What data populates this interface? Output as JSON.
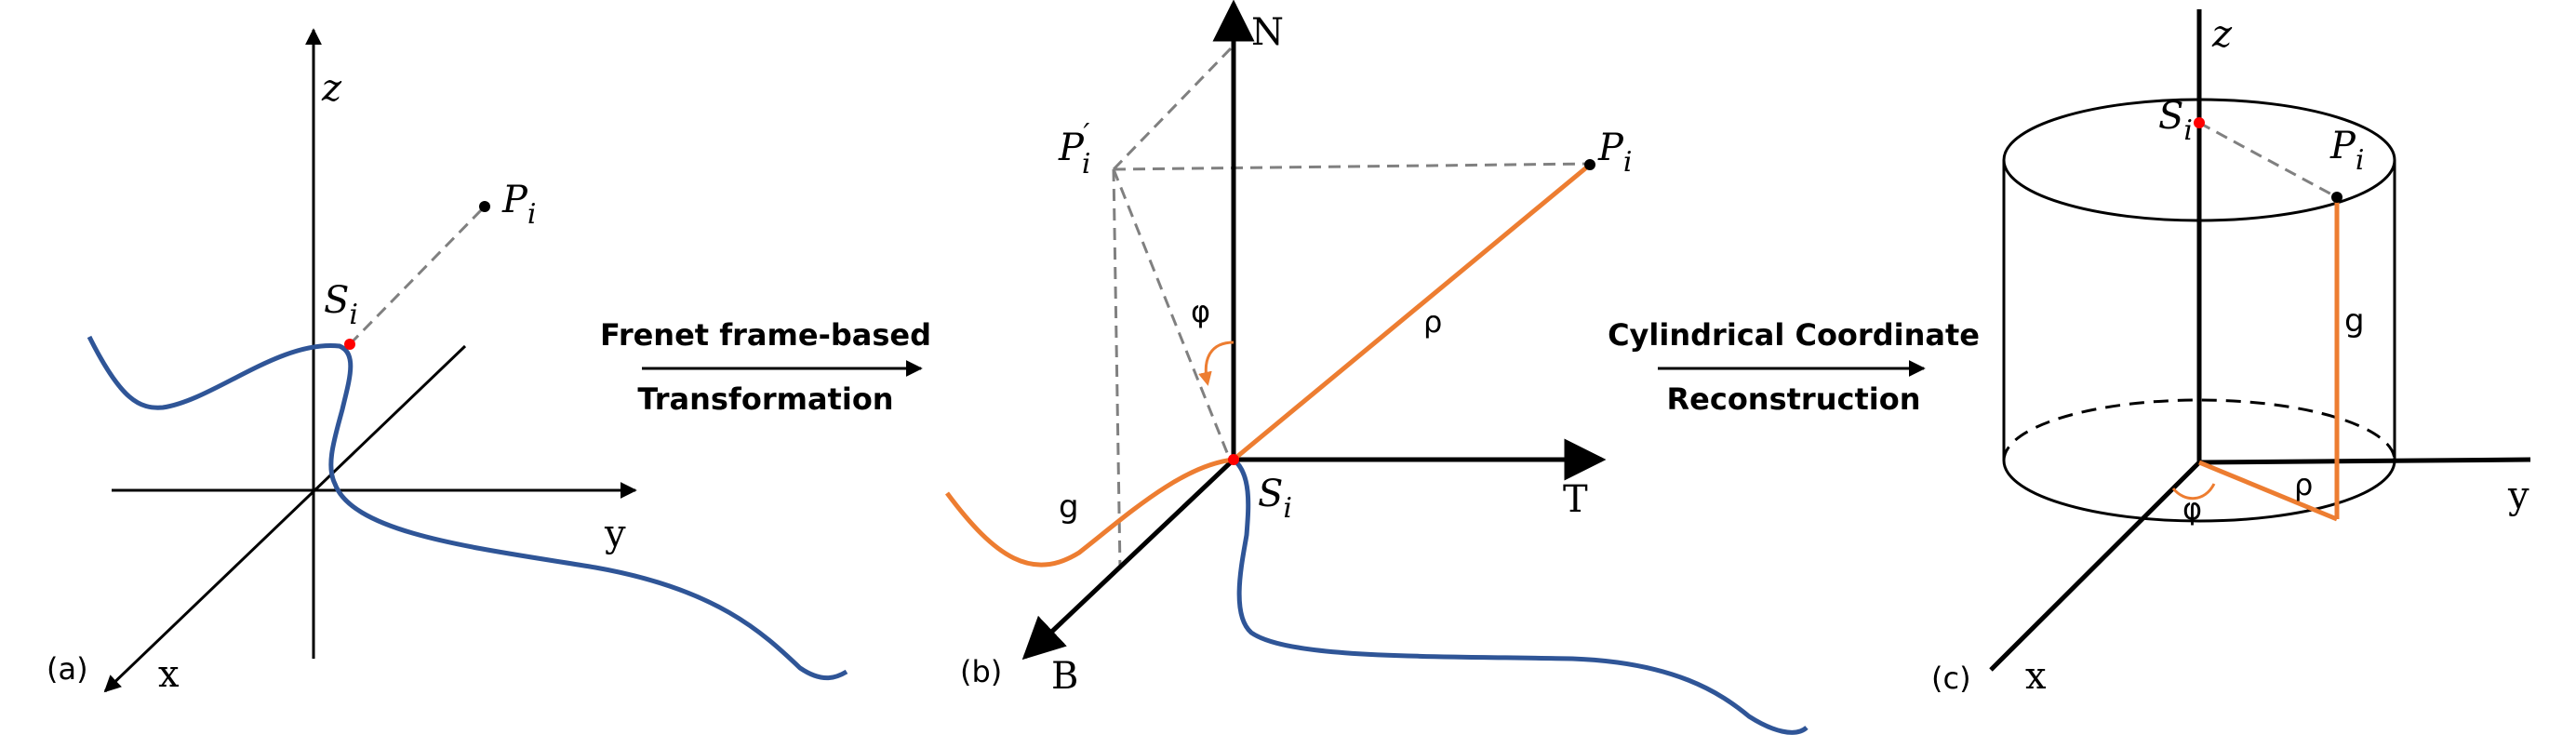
{
  "colors": {
    "curve": "#2f5597",
    "highlight": "#ed7d31",
    "point_red": "#ff0000",
    "dashed": "#808080",
    "axis": "#000000"
  },
  "panel_a": {
    "tag": "(a)",
    "axis_z": "z",
    "axis_y": "y",
    "axis_x": "x",
    "point_s": {
      "base": "S",
      "sub": "i"
    },
    "point_p": {
      "base": "P",
      "sub": "i"
    }
  },
  "arrow_1": {
    "line1": "Frenet frame-based",
    "line2": "Transformation"
  },
  "panel_b": {
    "tag": "(b)",
    "axis_n": "N",
    "axis_t": "T",
    "axis_b": "B",
    "label_rho": "ρ",
    "label_phi": "φ",
    "label_g": "g",
    "point_s": {
      "base": "S",
      "sub": "i"
    },
    "point_p": {
      "base": "P",
      "sub": "i"
    },
    "point_p_prime": {
      "base": "P",
      "sub": "i",
      "sup": "′"
    }
  },
  "arrow_2": {
    "line1": "Cylindrical Coordinate",
    "line2": "Reconstruction"
  },
  "panel_c": {
    "tag": "(c)",
    "axis_z": "z",
    "axis_y": "y",
    "axis_x": "x",
    "label_rho": "ρ",
    "label_phi": "φ",
    "label_g": "g",
    "point_s": {
      "base": "S",
      "sub": "i"
    },
    "point_p": {
      "base": "P",
      "sub": "i"
    }
  }
}
